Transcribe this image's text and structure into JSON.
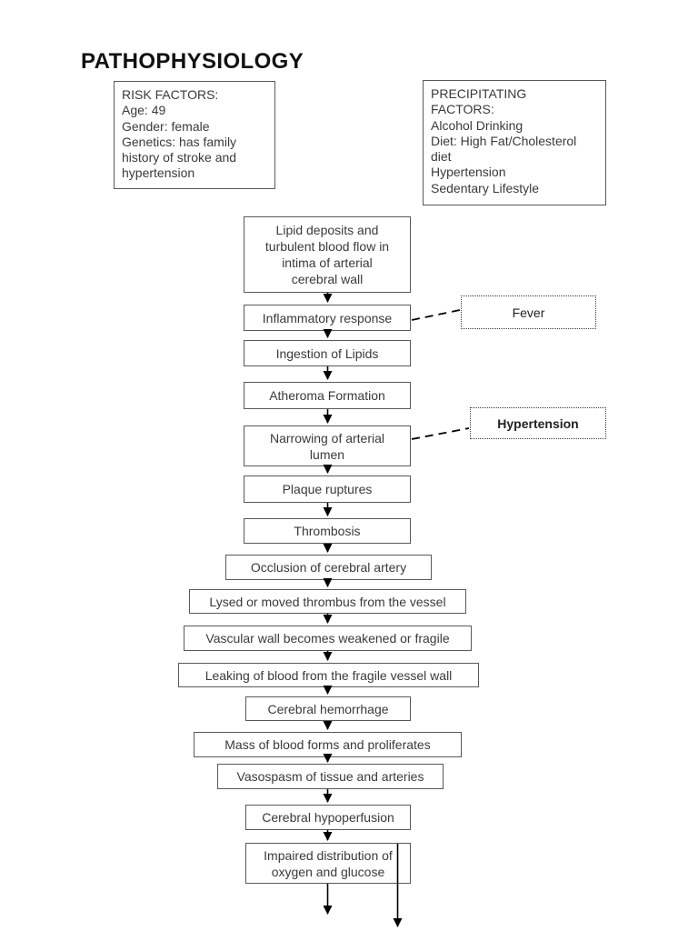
{
  "page": {
    "title": "PATHOPHYSIOLOGY"
  },
  "risk_factors": {
    "text": "RISK FACTORS:\nAge: 49\nGender: female\nGenetics: has family\nhistory of stroke and\nhypertension"
  },
  "precipitating_factors": {
    "text": "PRECIPITATING\nFACTORS:\nAlcohol Drinking\nDiet: High Fat/Cholesterol\ndiet\nHypertension\nSedentary Lifestyle"
  },
  "flow": {
    "steps": [
      {
        "label": "Lipid deposits and\nturbulent blood flow in\nintima of arterial\ncerebral wall"
      },
      {
        "label": "Inflammatory response"
      },
      {
        "label": "Ingestion of Lipids"
      },
      {
        "label": "Atheroma Formation"
      },
      {
        "label": "Narrowing of arterial\nlumen"
      },
      {
        "label": "Plaque ruptures"
      },
      {
        "label": "Thrombosis"
      },
      {
        "label": "Occlusion of cerebral artery"
      },
      {
        "label": "Lysed or moved thrombus from the vessel"
      },
      {
        "label": "Vascular wall becomes weakened or fragile"
      },
      {
        "label": "Leaking of blood from the fragile vessel wall"
      },
      {
        "label": "Cerebral hemorrhage"
      },
      {
        "label": "Mass of blood forms and proliferates"
      },
      {
        "label": "Vasospasm of tissue and arteries"
      },
      {
        "label": "Cerebral hypoperfusion"
      },
      {
        "label": "Impaired distribution of\noxygen and glucose"
      }
    ],
    "side_notes": [
      {
        "label": "Fever"
      },
      {
        "label": "Hypertension"
      }
    ]
  },
  "colors": {
    "box_border": "#595959",
    "dotted_border": "#3a3a3a",
    "text": "#3a3a3a",
    "arrow": "#000000",
    "background": "#ffffff"
  }
}
